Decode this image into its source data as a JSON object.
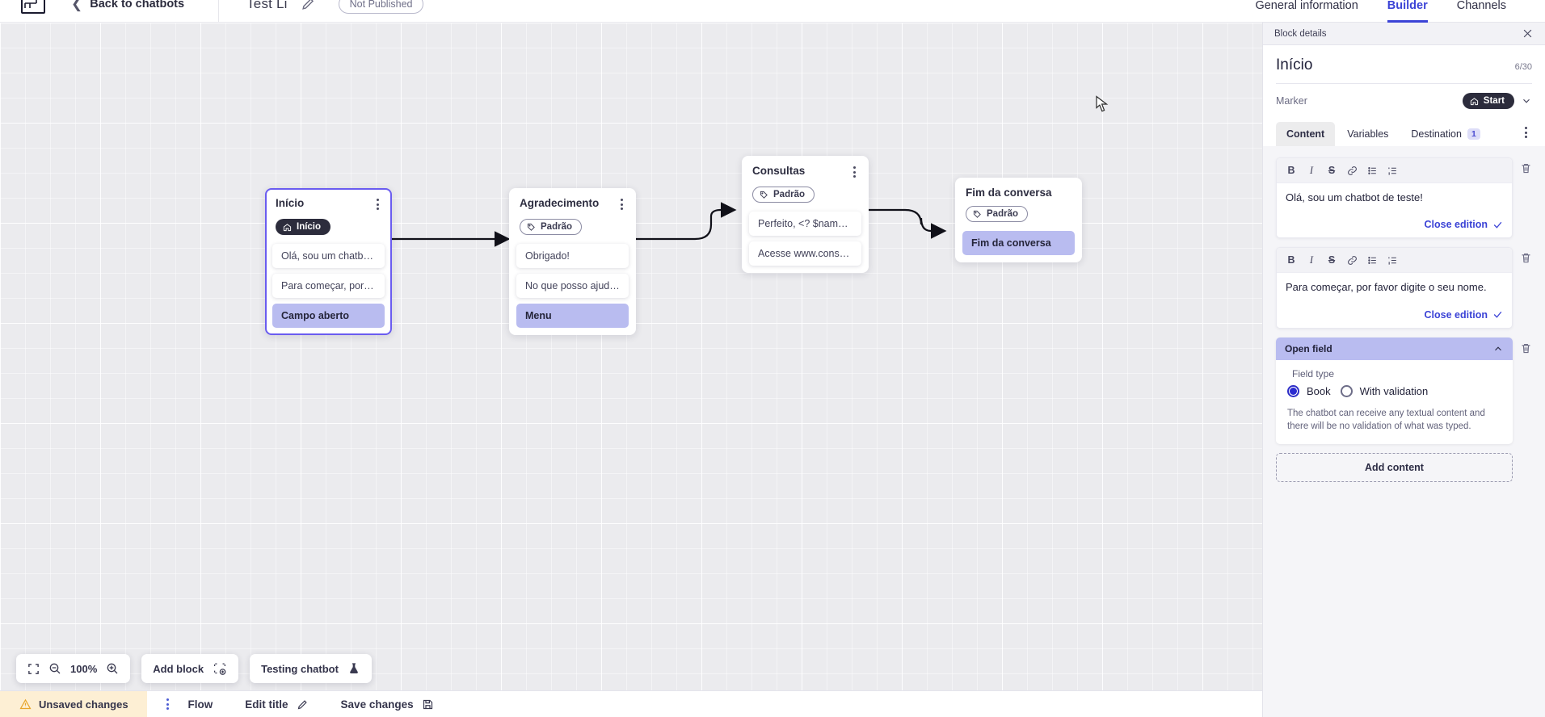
{
  "header": {
    "logo": "vtex-logo",
    "back_label": "Back to chatbots",
    "bot_title": "Test Li",
    "publish_badge": "Not Published",
    "tabs": [
      {
        "label": "General information",
        "active": false
      },
      {
        "label": "Builder",
        "active": true
      },
      {
        "label": "Channels",
        "active": false
      }
    ],
    "accent_color": "#3b43d6"
  },
  "canvas": {
    "nodes": [
      {
        "title": "Início",
        "marker": "Início",
        "marker_type": "start",
        "selected": true,
        "messages": [
          {
            "text": "Olá, sou um chatbot de teste!",
            "accent": false
          },
          {
            "text": "Para começar, por favor digite o ...",
            "accent": false
          },
          {
            "text": "Campo aberto",
            "accent": true
          }
        ]
      },
      {
        "title": "Agradecimento",
        "marker": "Padrão",
        "marker_type": "default",
        "selected": false,
        "messages": [
          {
            "text": "Obrigado!",
            "accent": false
          },
          {
            "text": "No que posso ajudar, <? $name ...",
            "accent": false
          },
          {
            "text": "Menu",
            "accent": true
          }
        ]
      },
      {
        "title": "Consultas",
        "marker": "Padrão",
        "marker_type": "default",
        "selected": false,
        "messages": [
          {
            "text": "Perfeito, <? $name ?>!",
            "accent": false
          },
          {
            "text": "Acesse www.consultas.com par...",
            "accent": false
          }
        ]
      },
      {
        "title": "Fim da conversa",
        "marker": "Padrão",
        "marker_type": "default",
        "selected": false,
        "messages": [
          {
            "text": "Fim da conversa",
            "accent": true
          }
        ]
      }
    ],
    "toolbar": {
      "fit_icon": "fit-screen-icon",
      "zoom_out_icon": "zoom-out-icon",
      "zoom_level": "100%",
      "zoom_in_icon": "zoom-in-icon",
      "add_block_label": "Add block",
      "add_block_icon": "add-block-icon",
      "testing_label": "Testing chatbot",
      "testing_icon": "flask-icon"
    }
  },
  "statusbar": {
    "unsaved_label": "Unsaved changes",
    "warning_icon": "warning-triangle-icon",
    "kebab_icon": "kebab-menu-icon",
    "flow_label": "Flow",
    "edit_title_label": "Edit title",
    "edit_title_icon": "pencil-icon",
    "save_label": "Save changes",
    "save_icon": "save-disk-icon",
    "unsaved_bg": "#fdefd4"
  },
  "panel": {
    "bar_title": "Block details",
    "close_icon": "close-icon",
    "block_title": "Início",
    "counter": "6/30",
    "marker_label": "Marker",
    "marker_value": "Start",
    "marker_icon": "home-icon",
    "marker_chevron": "chevron-down-icon",
    "tabs": [
      {
        "label": "Content",
        "active": true,
        "badge": null
      },
      {
        "label": "Variables",
        "active": false,
        "badge": null
      },
      {
        "label": "Destination",
        "active": false,
        "badge": "1"
      }
    ],
    "tab_kebab": "kebab-menu-icon",
    "editor_toolbar": [
      {
        "name": "bold-icon",
        "glyph": "B"
      },
      {
        "name": "italic-icon",
        "glyph": "I"
      },
      {
        "name": "strikethrough-icon",
        "glyph": "S"
      },
      {
        "name": "link-icon",
        "glyph": "🔗"
      },
      {
        "name": "bullet-list-icon",
        "glyph": "≔"
      },
      {
        "name": "numbered-list-icon",
        "glyph": "≕"
      }
    ],
    "editors": [
      {
        "text": "Olá, sou um chatbot de teste!",
        "close_label": "Close edition"
      },
      {
        "text": "Para começar, por favor digite o seu nome.",
        "close_label": "Close edition"
      }
    ],
    "open_field": {
      "header": "Open field",
      "collapse_icon": "chevron-up-icon",
      "field_type_label": "Field type",
      "options": [
        {
          "label": "Book",
          "selected": true
        },
        {
          "label": "With validation",
          "selected": false
        }
      ],
      "description": "The chatbot can receive any textual content and there will be no validation of what was typed.",
      "header_bg": "#b9bcf0"
    },
    "add_content_label": "Add content",
    "trash_icon": "trash-icon"
  }
}
